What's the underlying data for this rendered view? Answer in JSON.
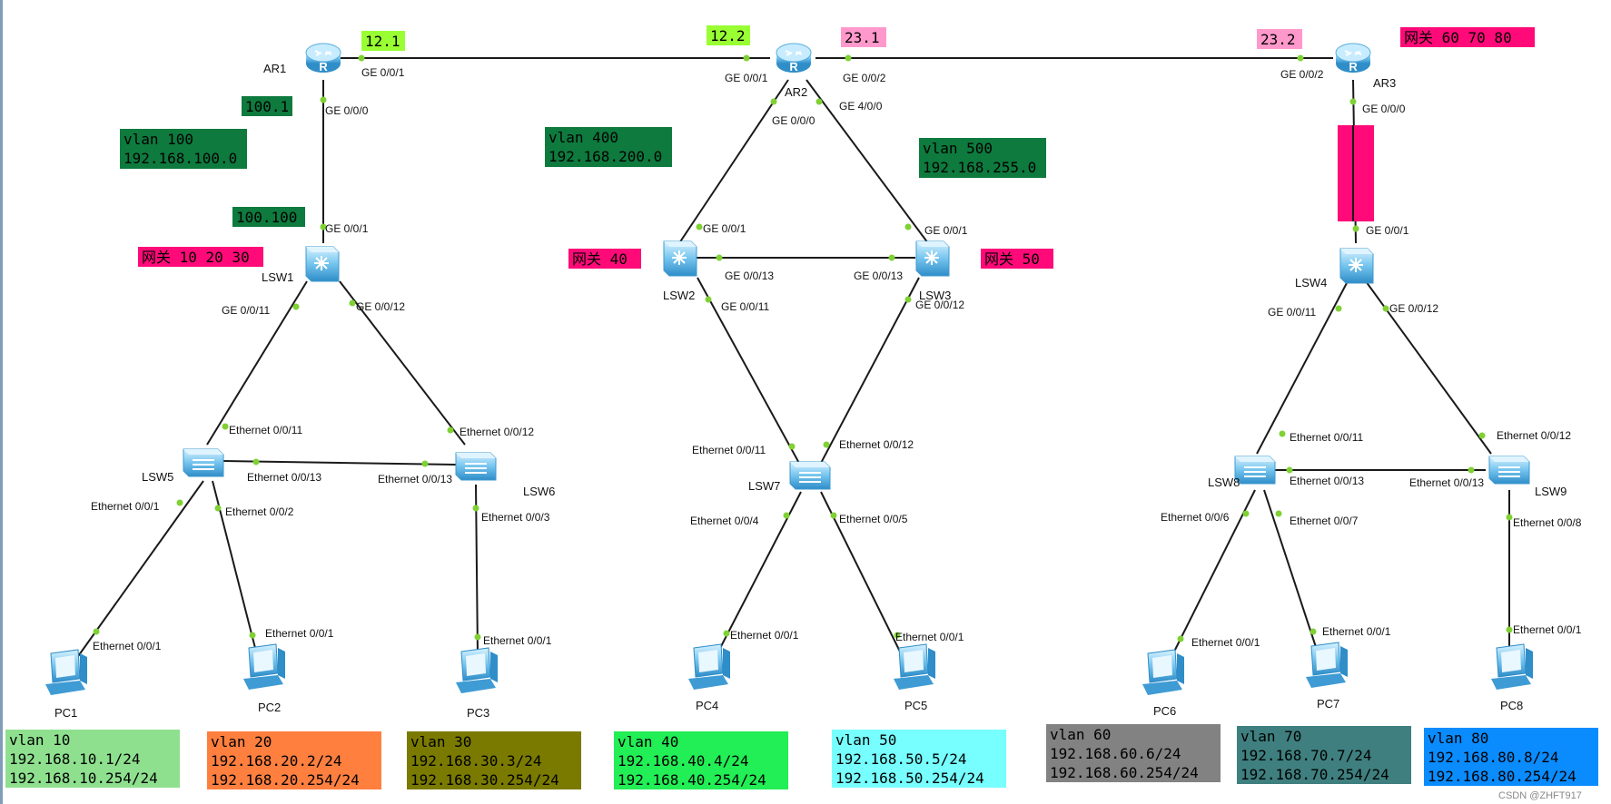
{
  "devices": {
    "ar1": "AR1",
    "ar2": "AR2",
    "ar3": "AR3",
    "lsw1": "LSW1",
    "lsw2": "LSW2",
    "lsw3": "LSW3",
    "lsw4": "LSW4",
    "lsw5": "LSW5",
    "lsw6": "LSW6",
    "lsw7": "LSW7",
    "lsw8": "LSW8",
    "lsw9": "LSW9",
    "pc1": "PC1",
    "pc2": "PC2",
    "pc3": "PC3",
    "pc4": "PC4",
    "pc5": "PC5",
    "pc6": "PC6",
    "pc7": "PC7",
    "pc8": "PC8"
  },
  "ports": {
    "ar1_ge001": "GE 0/0/1",
    "ar1_ge000": "GE 0/0/0",
    "ar2_ge001": "GE 0/0/1",
    "ar2_ge002": "GE 0/0/2",
    "ar2_ge000": "GE 0/0/0",
    "ar2_ge400": "GE 4/0/0",
    "ar3_ge002": "GE 0/0/2",
    "ar3_ge000": "GE 0/0/0",
    "lsw1_ge001": "GE 0/0/1",
    "lsw1_ge0011": "GE 0/0/11",
    "lsw1_ge0012": "GE 0/0/12",
    "lsw2_ge001": "GE 0/0/1",
    "lsw2_ge0013": "GE 0/0/13",
    "lsw2_ge0011": "GE 0/0/11",
    "lsw3_ge001": "GE 0/0/1",
    "lsw3_ge0013": "GE 0/0/13",
    "lsw3_ge0012": "GE 0/0/12",
    "lsw4_ge001": "GE 0/0/1",
    "lsw4_ge0011": "GE 0/0/11",
    "lsw4_ge0012": "GE 0/0/12",
    "lsw5_e0011": "Ethernet 0/0/11",
    "lsw5_e0013": "Ethernet 0/0/13",
    "lsw5_e001": "Ethernet 0/0/1",
    "lsw5_e002": "Ethernet 0/0/2",
    "lsw6_e0012": "Ethernet 0/0/12",
    "lsw6_e0013": "Ethernet 0/0/13",
    "lsw6_e003": "Ethernet 0/0/3",
    "lsw7_e0011": "Ethernet 0/0/11",
    "lsw7_e0012": "Ethernet 0/0/12",
    "lsw7_e004": "Ethernet 0/0/4",
    "lsw7_e005": "Ethernet 0/0/5",
    "lsw8_e0011": "Ethernet 0/0/11",
    "lsw8_e0013": "Ethernet 0/0/13",
    "lsw8_e006": "Ethernet 0/0/6",
    "lsw8_e007": "Ethernet 0/0/7",
    "lsw9_e0012": "Ethernet 0/0/12",
    "lsw9_e0013": "Ethernet 0/0/13",
    "lsw9_e008": "Ethernet 0/0/8",
    "pc1_e001": "Ethernet 0/0/1",
    "pc2_e001": "Ethernet 0/0/1",
    "pc3_e001": "Ethernet 0/0/1",
    "pc4_e001": "Ethernet 0/0/1",
    "pc5_e001": "Ethernet 0/0/1",
    "pc6_e001": "Ethernet 0/0/1",
    "pc7_e001": "Ethernet 0/0/1",
    "pc8_e001": "Ethernet 0/0/1"
  },
  "tags": {
    "t12_1": "12.1",
    "t12_2": "12.2",
    "t23_1": "23.1",
    "t23_2": "23.2",
    "t100_1": "100.1",
    "t100_100": "100.100",
    "gw_ar3": "网关 60 70 80",
    "gw_lsw1": "网关 10 20 30",
    "gw_lsw2": "网关 40",
    "gw_lsw3": "网关 50"
  },
  "vlan_links": {
    "v100_a": "vlan 100",
    "v100_b": "192.168.100.0",
    "v400_a": "vlan 400",
    "v400_b": "192.168.200.0",
    "v500_a": "vlan 500",
    "v500_b": "192.168.255.0"
  },
  "pc_boxes": {
    "pc1": [
      "vlan 10",
      "192.168.10.1/24",
      "192.168.10.254/24"
    ],
    "pc2": [
      "vlan 20",
      "192.168.20.2/24",
      "192.168.20.254/24"
    ],
    "pc3": [
      "vlan 30",
      "192.168.30.3/24",
      "192.168.30.254/24"
    ],
    "pc4": [
      "vlan 40",
      "192.168.40.4/24",
      "192.168.40.254/24"
    ],
    "pc5": [
      "vlan 50",
      "192.168.50.5/24",
      "192.168.50.254/24"
    ],
    "pc6": [
      "vlan 60",
      "192.168.60.6/24",
      "192.168.60.254/24"
    ],
    "pc7": [
      "vlan 70",
      "192.168.70.7/24",
      "192.168.70.254/24"
    ],
    "pc8": [
      "vlan 80",
      "192.168.80.8/24",
      "192.168.80.254/24"
    ]
  },
  "colors": {
    "link": "#1a1a1a",
    "port_dot": "#7fd134",
    "tag_green": "#99ff33",
    "tag_pink": "#ff99cc",
    "dark_green": "#0e7a3e",
    "magenta": "#ff0a78",
    "pc1": "#8ee08e",
    "pc2": "#ff7f3f",
    "pc3": "#7a7a00",
    "pc4": "#22ee55",
    "pc5": "#77ffff",
    "pc6": "#828282",
    "pc7": "#3f7f7f",
    "pc8": "#0a8cff",
    "device": "#5bb8e8"
  },
  "watermark": "CSDN @ZHFT917"
}
